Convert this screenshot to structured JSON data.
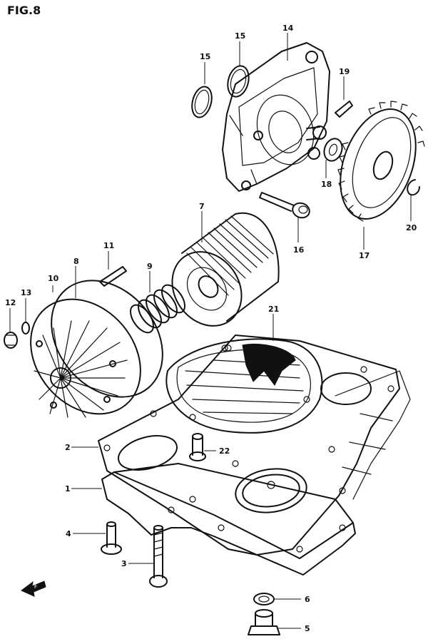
{
  "figure": {
    "title": "FIG.8"
  },
  "callouts": {
    "c1": "1",
    "c2": "2",
    "c3": "3",
    "c4": "4",
    "c5": "5",
    "c6": "6",
    "c7": "7",
    "c8": "8",
    "c9": "9",
    "c10": "10",
    "c11": "11",
    "c12": "12",
    "c13": "13",
    "c14": "14",
    "c15a": "15",
    "c15b": "15",
    "c16": "16",
    "c17": "17",
    "c18": "18",
    "c19": "19",
    "c20": "20",
    "c21": "21",
    "c22": "22"
  },
  "colors": {
    "ink": "#111111",
    "paper": "#ffffff"
  },
  "icons": {
    "front_arrow": "front-direction-arrow-icon"
  }
}
